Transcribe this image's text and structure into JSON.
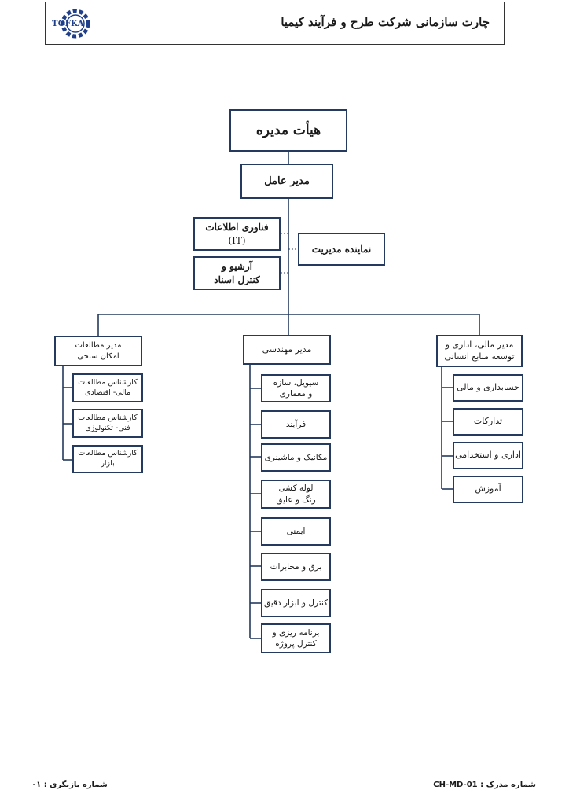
{
  "header": {
    "title": "چارت سازمانی شرکت طرح و فرآیند کیمیا",
    "logo_text": "TOFKA"
  },
  "chart": {
    "board": "هیأت مدیره",
    "ceo": "مدیر عامل",
    "it": {
      "line1": "فناوری اطلاعات",
      "line2": "(IT)"
    },
    "archive": {
      "line1": "آرشیو و",
      "line2": "کنترل اسناد"
    },
    "mgmt_rep": "نماینده مدیریت",
    "finance": {
      "title": {
        "line1": "مدیر مالی، اداری و",
        "line2": "توسعه منابع انسانی"
      },
      "items": [
        "حسابداری و مالی",
        "تدارکات",
        "اداری و استخدامی",
        "آموزش"
      ]
    },
    "engineering": {
      "title": "مدیر مهندسی",
      "items": [
        {
          "line1": "سیویل، سازه",
          "line2": "و معماری"
        },
        {
          "line1": "فرآیند",
          "line2": ""
        },
        {
          "line1": "مکانیک و ماشینری",
          "line2": ""
        },
        {
          "line1": "لوله کشی",
          "line2": "رنگ و عایق"
        },
        {
          "line1": "ایمنی",
          "line2": ""
        },
        {
          "line1": "برق و مخابرات",
          "line2": ""
        },
        {
          "line1": "کنترل و ابزار دقیق",
          "line2": ""
        },
        {
          "line1": "برنامه ریزی و",
          "line2": "کنترل پروژه"
        }
      ]
    },
    "studies": {
      "title": {
        "line1": "مدیر مطالعات",
        "line2": "امکان سنجی"
      },
      "items": [
        {
          "line1": "کارشناس مطالعات",
          "line2": "مالی- اقتصادی"
        },
        {
          "line1": "کارشناس مطالعات",
          "line2": "فنی- تکنولوژی"
        },
        {
          "line1": "کارشناس مطالعات",
          "line2": "بازار"
        }
      ]
    }
  },
  "footer": {
    "doc_number": "شماره مدرک : CH-MD-01",
    "revision": "شماره بازنگری : ۰۱"
  },
  "colors": {
    "border": "#243a5e",
    "line": "#243a5e",
    "logo": "#1f3f8a"
  }
}
